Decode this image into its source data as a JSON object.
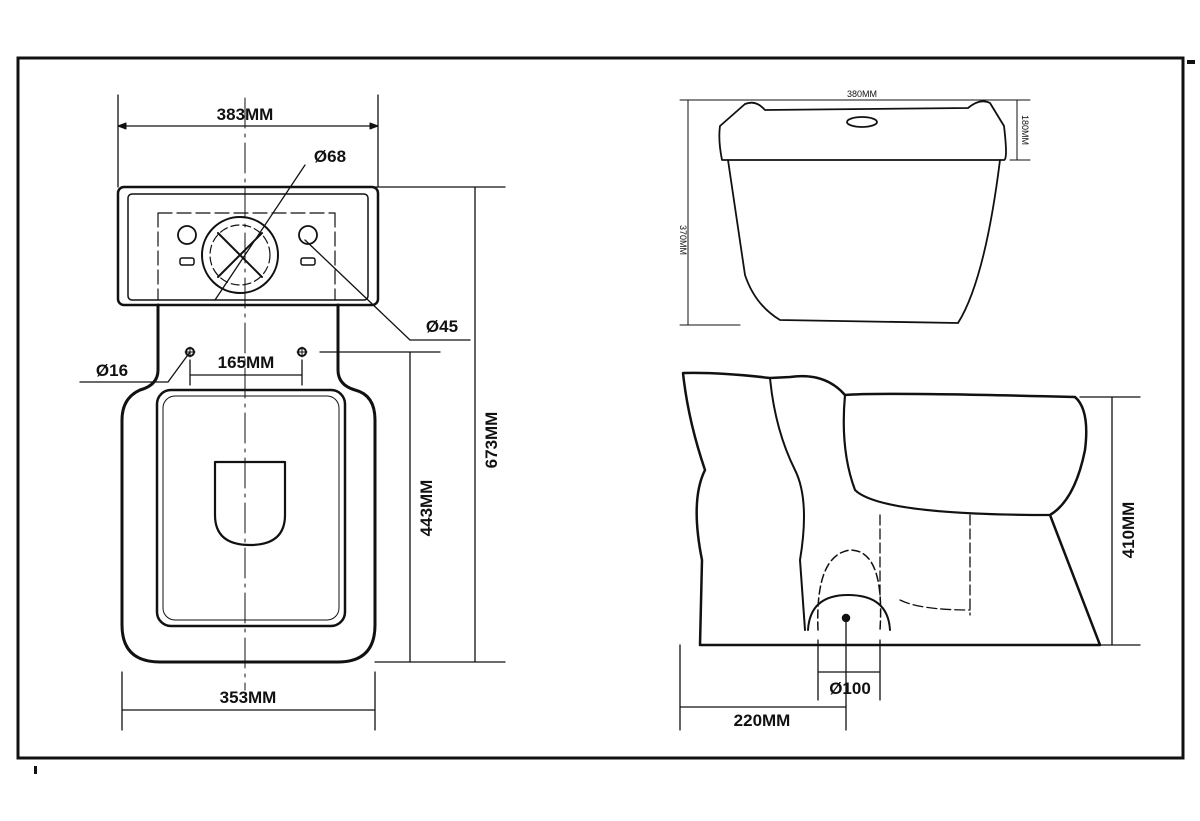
{
  "plan_view": {
    "width_top": "383MM",
    "outlet_diameter": "Ø68",
    "button_diameter": "Ø45",
    "fixing_diameter": "Ø16",
    "fixing_spacing": "165MM",
    "bowl_length": "443MM",
    "total_length": "673MM",
    "width_bottom": "353MM"
  },
  "tank_view": {
    "width": "380MM",
    "lid_height": "180MM",
    "height": "370MM"
  },
  "side_view": {
    "height": "410MM",
    "outlet_diameter": "Ø100",
    "outlet_distance": "220MM"
  }
}
